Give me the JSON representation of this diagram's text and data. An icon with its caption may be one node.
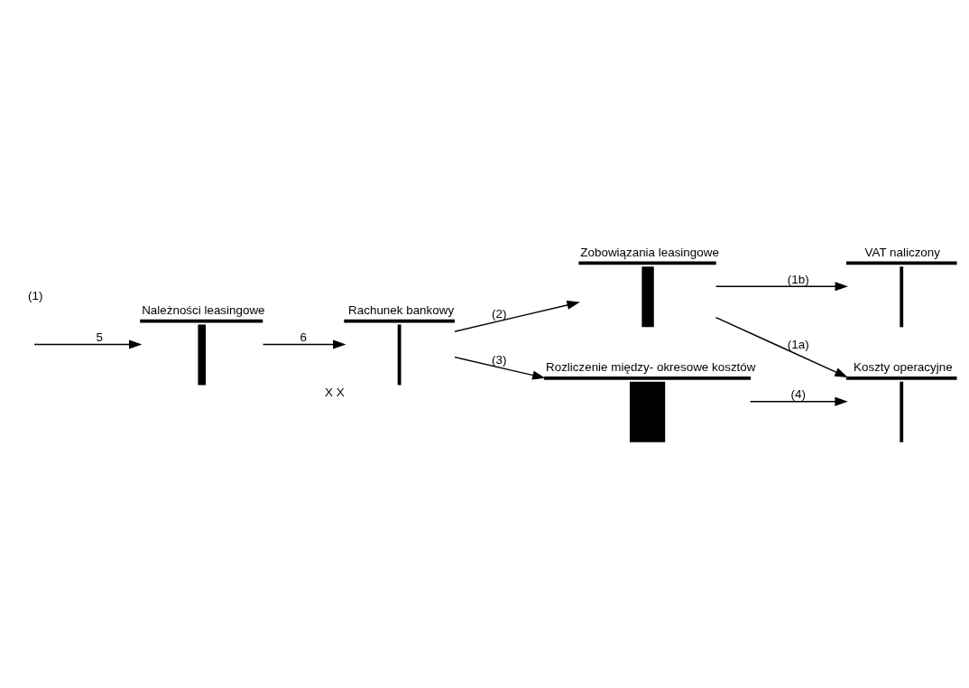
{
  "diagram": {
    "nodes": [
      {
        "text": [
          "Rachunek bankowy"
        ],
        "beside": [
          "X X"
        ]
      },
      {
        "text": [
          "Zobowiązania leasingowe"
        ]
      },
      {
        "text": [
          "Koszty operacyjne"
        ]
      },
      {
        "text": [
          "Należności leasingowe"
        ]
      },
      {
        "text": [
          "VAT naliczony"
        ]
      },
      {
        "text": [
          "Rozliczenie między- okresowe kosztów"
        ]
      }
    ],
    "edges": [
      {
        "from": 0,
        "to": 1,
        "arrow": "to",
        "label": "(2)"
      },
      {
        "from": 1,
        "to": 2,
        "arrow": "to",
        "label": "(1a)"
      },
      {
        "from": 1,
        "to": 4,
        "arrow": "to",
        "label": "(1b)"
      },
      {
        "from": null,
        "to": 3,
        "arrow": "to",
        "label": "5"
      },
      {
        "from": 3,
        "to": 0,
        "arrow": "to",
        "label": "6"
      },
      {
        "from": 0,
        "to": 5,
        "arrow": "to",
        "label": "(3)"
      },
      {
        "from": 5,
        "to": 2,
        "arrow": "to",
        "label": "(4)"
      }
    ],
    "labels": [
      "(1)"
    ]
  }
}
